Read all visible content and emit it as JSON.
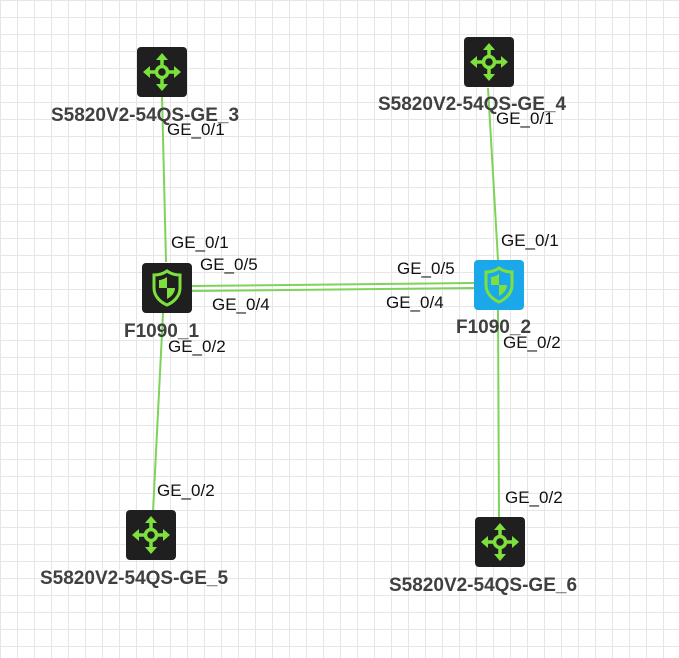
{
  "colors": {
    "link": "#7ed35a",
    "switch_bg": "#1f1f1f",
    "switch_icon": "#7ee03c",
    "firewall_bg_default": "#1f1f1f",
    "firewall_bg_selected": "#1aa8ea",
    "firewall_icon": "#7ee03c"
  },
  "nodes": {
    "sw3": {
      "name": "S5820V2-54QS-GE_3",
      "icon": "switch-icon"
    },
    "sw4": {
      "name": "S5820V2-54QS-GE_4",
      "icon": "switch-icon"
    },
    "fw1": {
      "name": "F1090_1",
      "icon": "firewall-icon"
    },
    "fw2": {
      "name": "F1090_2",
      "icon": "firewall-icon"
    },
    "sw5": {
      "name": "S5820V2-54QS-GE_5",
      "icon": "switch-icon"
    },
    "sw6": {
      "name": "S5820V2-54QS-GE_6",
      "icon": "switch-icon"
    }
  },
  "ports": {
    "sw3_p1": "GE_0/1",
    "fw1_p1": "GE_0/1",
    "fw1_p5": "GE_0/5",
    "fw1_p4": "GE_0/4",
    "fw1_p2": "GE_0/2",
    "sw5_p2": "GE_0/2",
    "sw4_p1": "GE_0/1",
    "fw2_p1": "GE_0/1",
    "fw2_p5": "GE_0/5",
    "fw2_p4": "GE_0/4",
    "fw2_p2": "GE_0/2",
    "sw6_p2": "GE_0/2"
  }
}
